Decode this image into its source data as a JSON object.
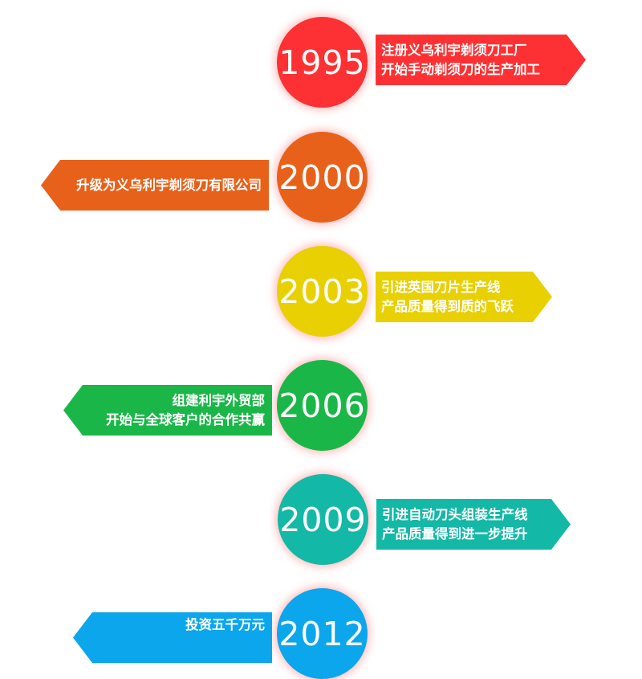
{
  "timeline": {
    "items": [
      {
        "year": "1995",
        "color": "#FD3133",
        "side": "right",
        "lines": [
          "注册义乌利宇剃须刀工厂",
          "开始手动剃须刀的生产加工"
        ]
      },
      {
        "year": "2000",
        "color": "#E8611A",
        "side": "left",
        "lines": [
          "升级为义乌利宇剃须刀有限公司"
        ]
      },
      {
        "year": "2003",
        "color": "#E8D003",
        "side": "right",
        "lines": [
          "引进英国刀片生产线",
          "产品质量得到质的飞跃"
        ]
      },
      {
        "year": "2006",
        "color": "#1AB748",
        "side": "left",
        "lines": [
          "组建利宇外贸部",
          "开始与全球客户的合作共赢"
        ]
      },
      {
        "year": "2009",
        "color": "#14B8A6",
        "side": "right",
        "lines": [
          "引进自动刀头组装生产线",
          "产品质量得到进一步提升"
        ]
      },
      {
        "year": "2012",
        "color": "#0BA6EC",
        "side": "left",
        "lines": [
          "投资五千万元"
        ]
      }
    ]
  }
}
